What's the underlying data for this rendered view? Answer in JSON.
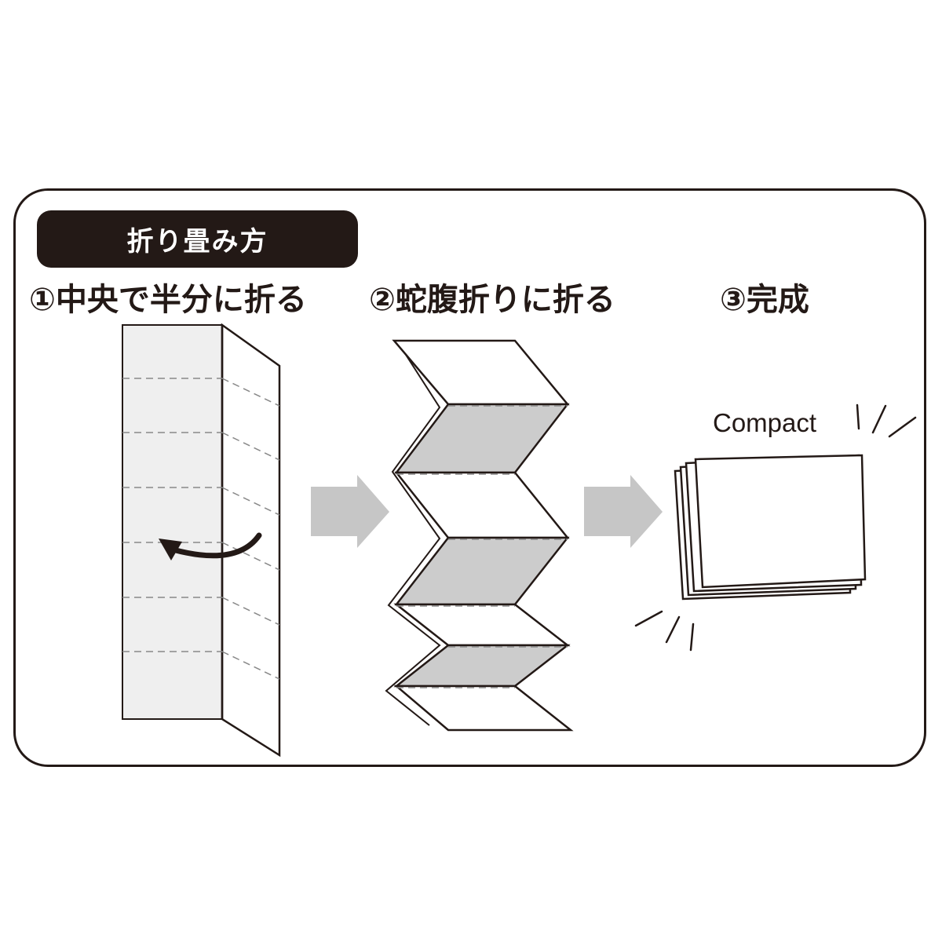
{
  "heading": "折り畳み方",
  "steps": [
    {
      "label": "①中央で半分に折る"
    },
    {
      "label": "②蛇腹折りに折る"
    },
    {
      "label": "③完成"
    }
  ],
  "compact_label": "Compact",
  "colors": {
    "ink": "#231916",
    "panel_light": "#efefef",
    "panel_gray": "#cccccc",
    "arrow_gray": "#c6c6c6",
    "dash": "#888888"
  },
  "icons": {
    "fold_arrow": "curved-arrow-left-icon",
    "step_arrow": "right-arrow-icon",
    "burst": "burst-lines-icon"
  }
}
